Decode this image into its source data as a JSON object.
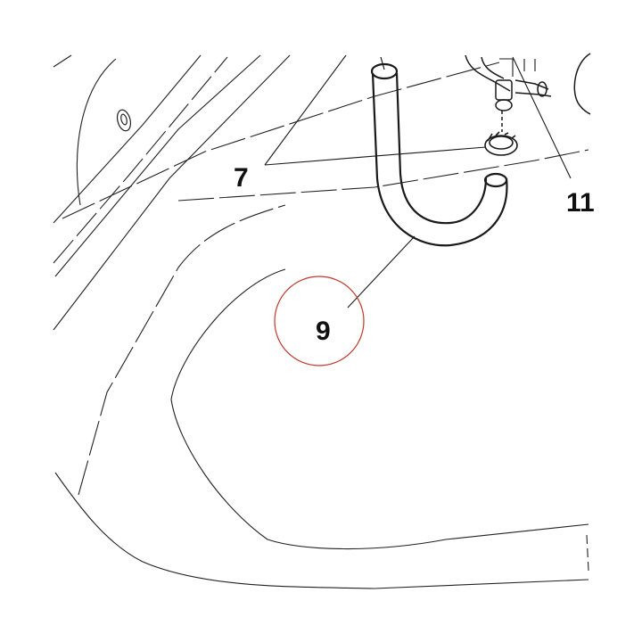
{
  "diagram": {
    "callouts": [
      {
        "id": "7",
        "label": "7"
      },
      {
        "id": "9",
        "label": "9"
      },
      {
        "id": "11",
        "label": "11"
      }
    ],
    "highlighted_callout": "9",
    "colors": {
      "line": "#1a1a1a",
      "highlight_ring": "#c0392b",
      "background": "#ffffff"
    }
  }
}
